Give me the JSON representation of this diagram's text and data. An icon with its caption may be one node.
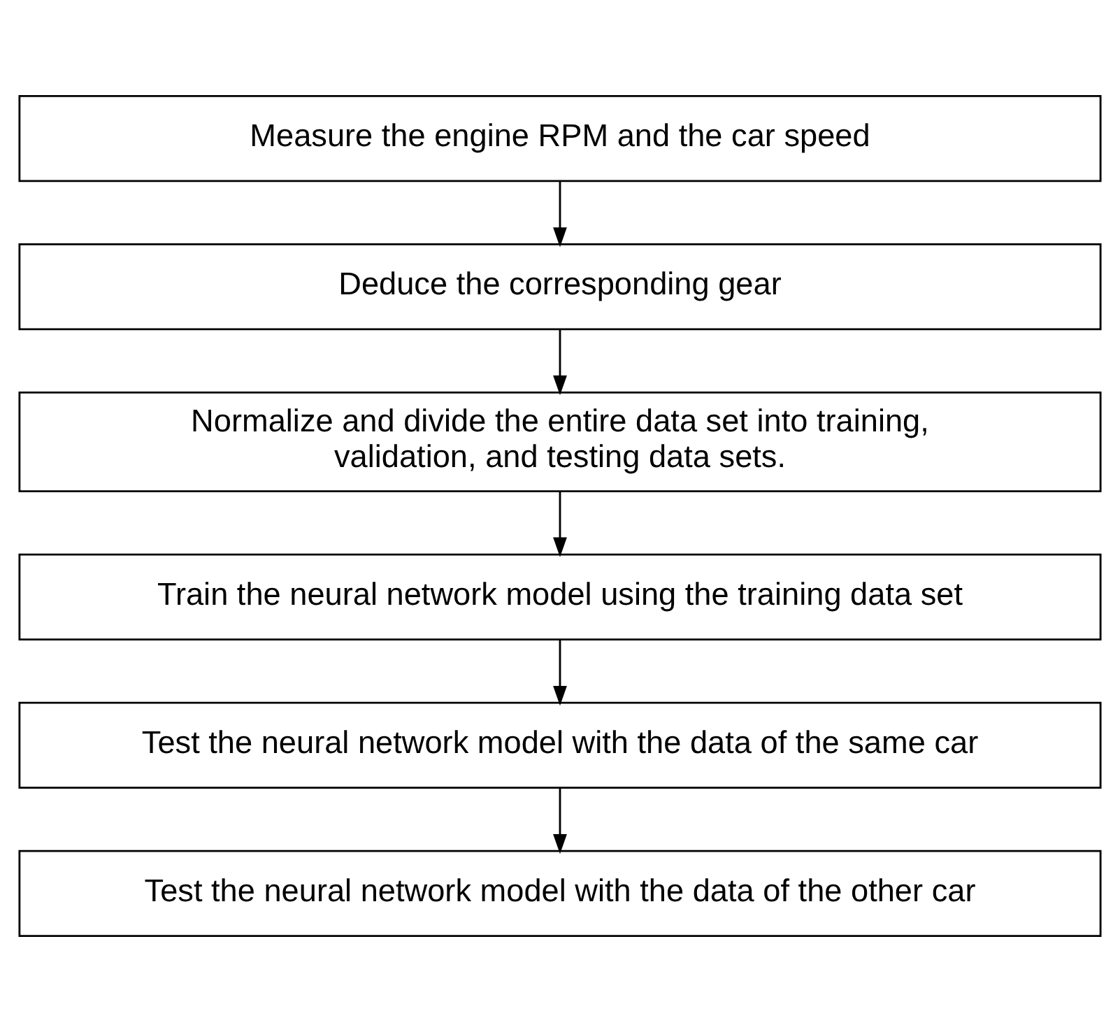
{
  "diagram": {
    "nodes": [
      {
        "text": [
          "Measure the engine RPM and the car speed"
        ]
      },
      {
        "text": [
          "Deduce the corresponding gear"
        ]
      },
      {
        "text": [
          "Normalize and divide the entire data set into training, validation, and testing data sets."
        ]
      },
      {
        "text": [
          "Train the neural network model using the training data set"
        ]
      },
      {
        "text": [
          "Test the neural network model with the data of the same car"
        ]
      },
      {
        "text": [
          "Test the neural network model with the data of the other car"
        ]
      }
    ],
    "edges": [
      {
        "from": 0,
        "to": 1,
        "arrow": "to"
      },
      {
        "from": 1,
        "to": 2,
        "arrow": "to"
      },
      {
        "from": 2,
        "to": 3,
        "arrow": "to"
      },
      {
        "from": 3,
        "to": 4,
        "arrow": "to"
      },
      {
        "from": 4,
        "to": 5,
        "arrow": "to"
      }
    ]
  }
}
